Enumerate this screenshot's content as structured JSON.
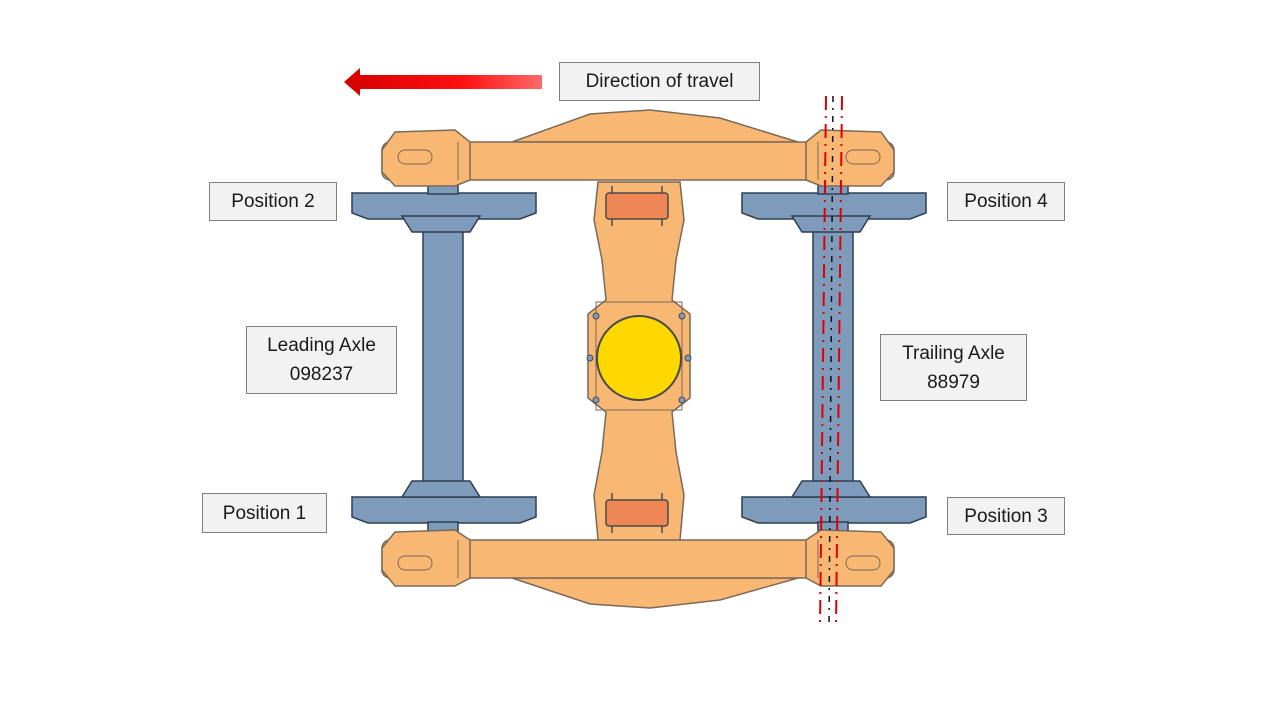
{
  "direction_label": "Direction of travel",
  "positions": {
    "p1": "Position 1",
    "p2": "Position 2",
    "p3": "Position 3",
    "p4": "Position 4"
  },
  "leading_axle": {
    "title": "Leading Axle",
    "number": "098237"
  },
  "trailing_axle": {
    "title": "Trailing Axle",
    "number": "88979"
  },
  "colors": {
    "frame": "#f8b772",
    "frame_outline": "#7a6a5a",
    "wheelset": "#7f9bbc",
    "pivot": "#ffd800",
    "pad": "#ef8656",
    "arrow": "#e30000",
    "marker_line": "#e00000"
  }
}
